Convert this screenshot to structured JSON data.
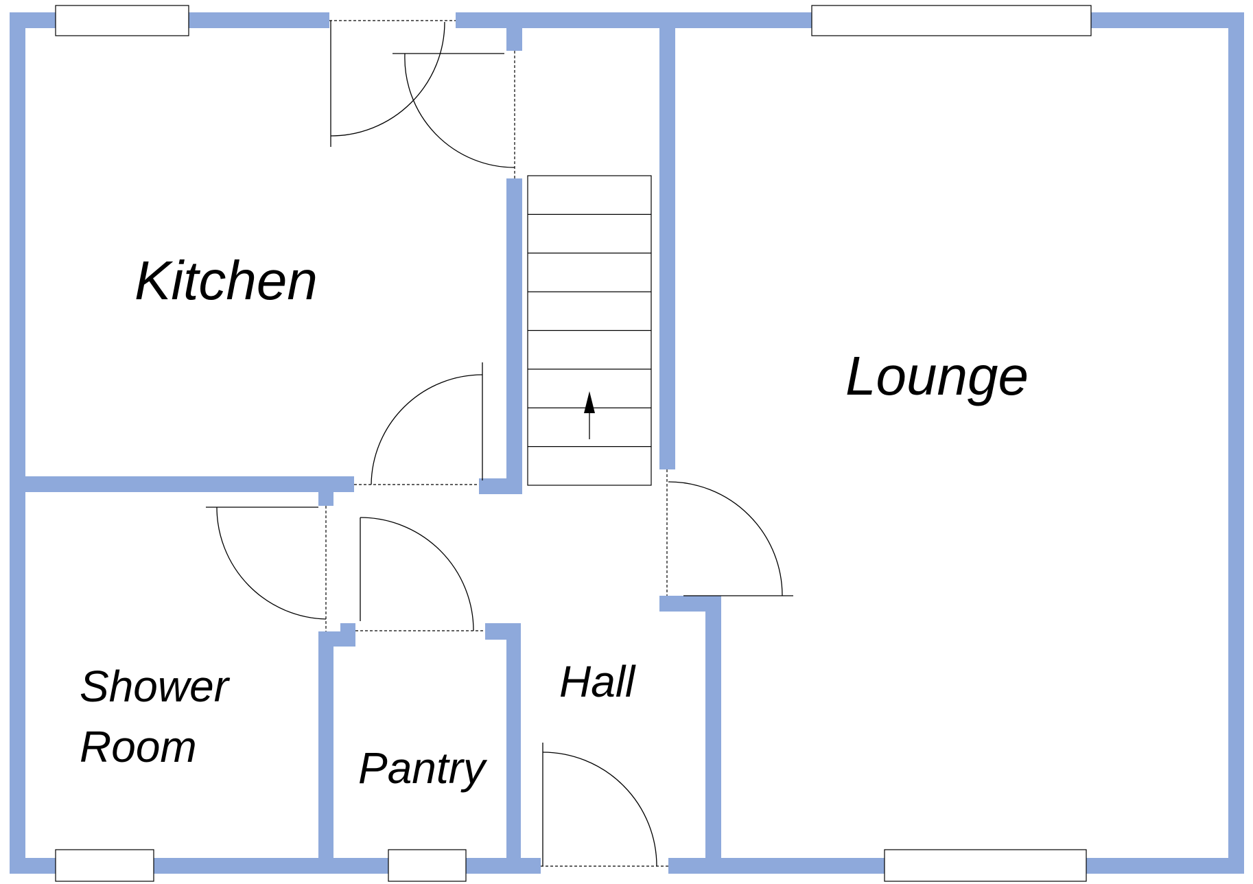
{
  "rooms": {
    "kitchen": "Kitchen",
    "lounge": "Lounge",
    "shower_room_line1": "Shower",
    "shower_room_line2": "Room",
    "pantry": "Pantry",
    "hall": "Hall"
  },
  "colors": {
    "wall": "#8EA9DB",
    "line": "#000000",
    "background": "#FFFFFF"
  },
  "stairs": {
    "tread_count": 8,
    "direction": "up"
  }
}
